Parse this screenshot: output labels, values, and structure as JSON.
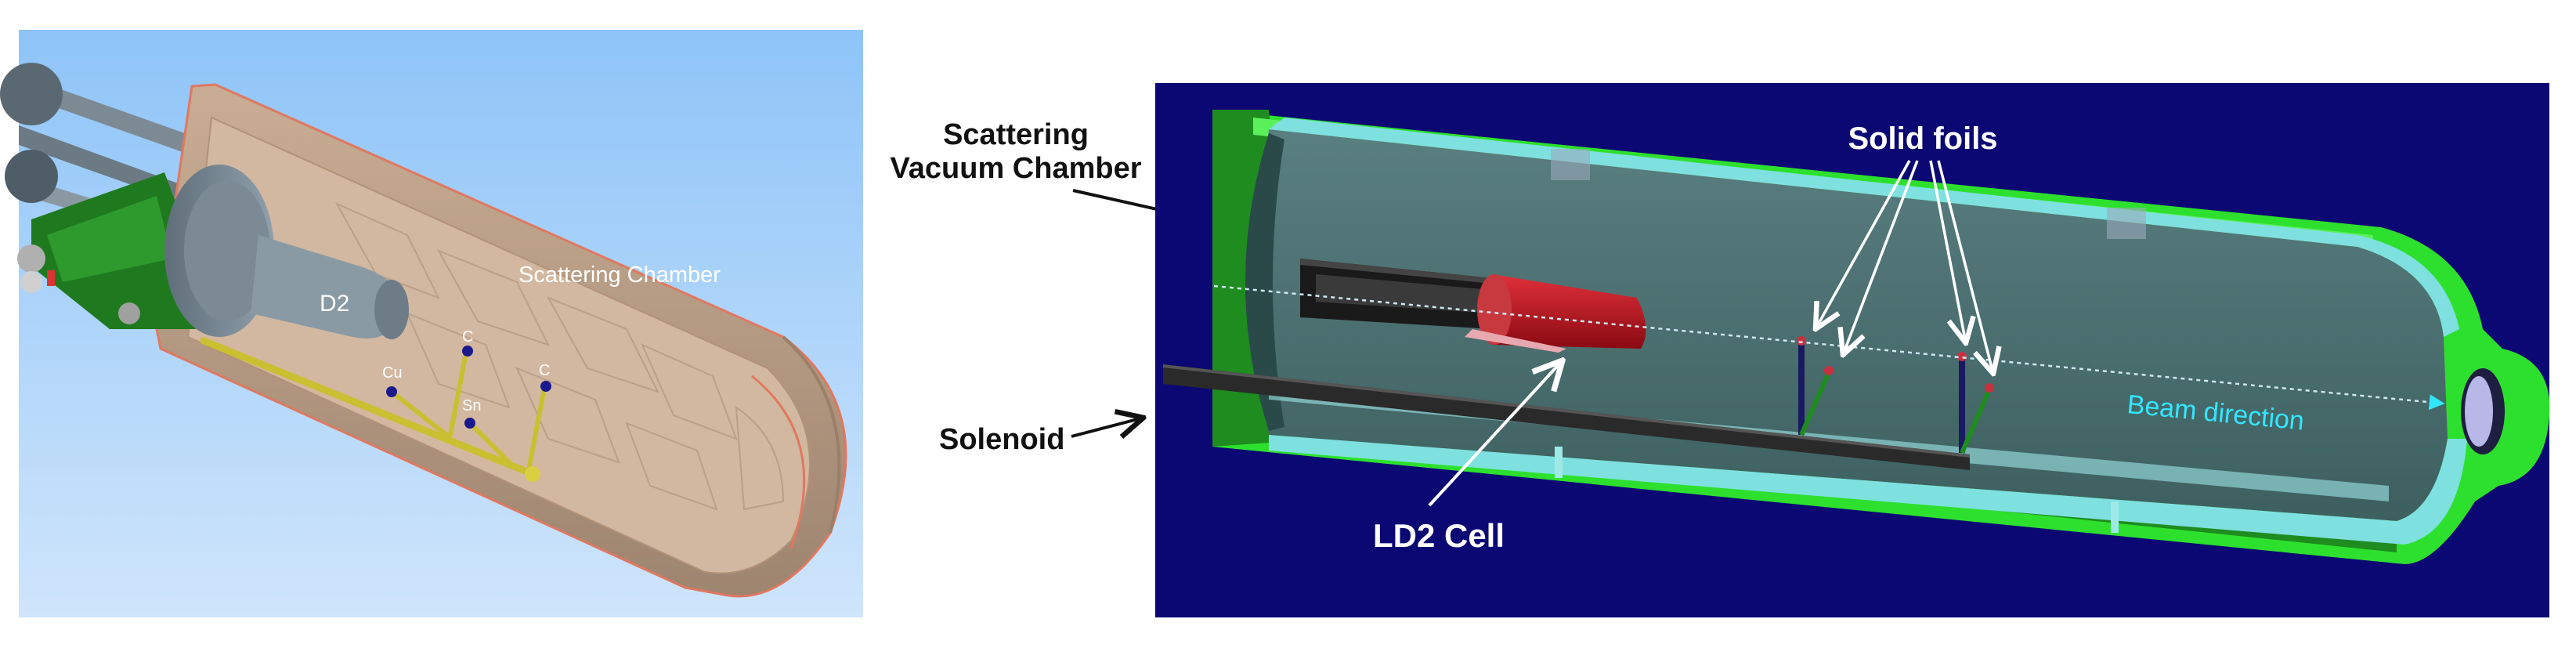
{
  "left_panel": {
    "labels": {
      "d2": "D2",
      "scattering_chamber": "Scattering Chamber",
      "cu": "Cu",
      "c_upper": "C",
      "sn": "Sn",
      "c_right": "C"
    },
    "colors": {
      "sky_top": "#8ec4f8",
      "sky_bottom": "#cfe5fb",
      "chamber_wall": "#b39a84",
      "chamber_inner": "#d2b8a0",
      "chamber_edge": "#e07860",
      "cap_grey": "#6f7f8b",
      "green_part": "#1f7a1f",
      "target_rod": "#c8c030",
      "target_dot": "#1a1a8c"
    }
  },
  "right_panel": {
    "labels": {
      "solid_foils": "Solid foils",
      "beam_direction": "Beam direction",
      "ld2_cell": "LD2 Cell"
    },
    "colors": {
      "background": "#0b0874",
      "outer_green": "#2de02d",
      "outer_green_dark": "#1e8c1e",
      "inner_teal": "#4a6d6d",
      "inner_light": "#7fe0e0",
      "ld2_red": "#b8101a",
      "beam_cyan": "#33e6ff"
    }
  },
  "callouts": {
    "scattering_vacuum_chamber": [
      "Scattering",
      "Vacuum Chamber"
    ],
    "solenoid": "Solenoid"
  }
}
